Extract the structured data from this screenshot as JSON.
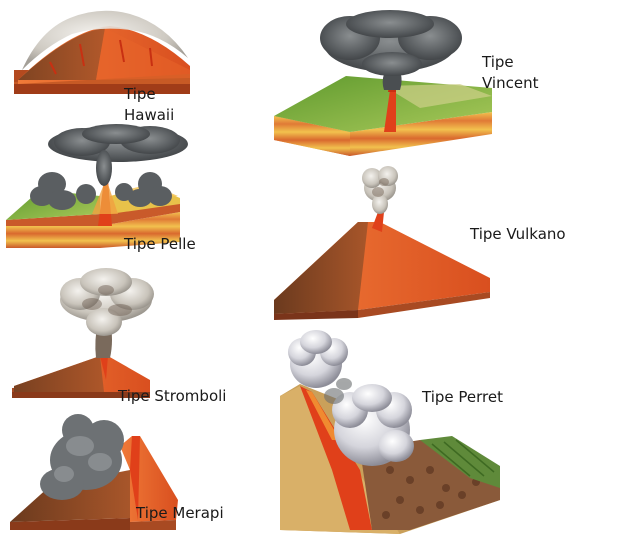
{
  "volcano_types": [
    {
      "id": "hawaii",
      "label_lines": [
        "Tipe",
        "Hawaii"
      ]
    },
    {
      "id": "pelle",
      "label_lines": [
        "Tipe Pelle"
      ]
    },
    {
      "id": "stromboli",
      "label_lines": [
        "Tipe Stromboli"
      ]
    },
    {
      "id": "merapi",
      "label_lines": [
        "Tipe Merapi"
      ]
    },
    {
      "id": "vincent",
      "label_lines": [
        "Tipe",
        "Vincent"
      ]
    },
    {
      "id": "vulkano",
      "label_lines": [
        "Tipe Vulkano"
      ]
    },
    {
      "id": "perret",
      "label_lines": [
        "Tipe Perret"
      ]
    }
  ],
  "colors": {
    "lava": "#e0401a",
    "cone_side": "#e8642a",
    "cone_shadow": "#8a3a1a",
    "ash_cloud": "#5f6366",
    "steam": "#d9d6cf",
    "grass": "#7fae3c",
    "strata_yellow": "#f2c14e",
    "strata_orange": "#e07a36"
  }
}
